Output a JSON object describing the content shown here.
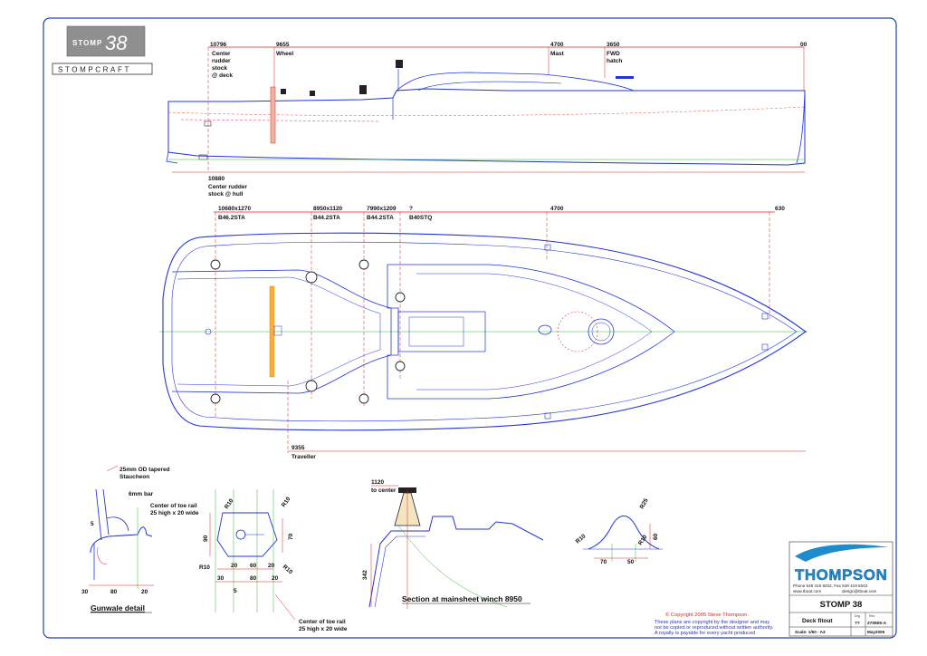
{
  "logo": {
    "badge_left": "STOMP",
    "badge_number": "38",
    "wordmark": "STOMPCRAFT"
  },
  "side_view": {
    "dims": [
      "10796",
      "9655",
      "4700",
      "3650",
      "00"
    ],
    "labels": {
      "rudder_deck": [
        "Center",
        "rudder",
        "stock",
        "@ deck"
      ],
      "wheel": "Wheel",
      "mast": "Mast",
      "fwd_hatch": [
        "FWD",
        "hatch"
      ],
      "rudder_hull_dim": "10880",
      "rudder_hull": [
        "Center rudder",
        "stock @ hull"
      ]
    }
  },
  "plan_view": {
    "dims": [
      "10680x1270",
      "8950x1120",
      "7990x1209",
      "?",
      "4700",
      "630"
    ],
    "winches": [
      "B46.2STA",
      "B44.2STA",
      "B44.2STA",
      "B40STQ"
    ],
    "traveller_dim": "9355",
    "traveller": "Traveller"
  },
  "gunwale_detail": {
    "title": "Gunwale detail",
    "stanchion": [
      "25mm OD tapered",
      "Staucheon"
    ],
    "bar": "6mm bar",
    "toe_rail": [
      "Center of toe rail",
      "25 high x 20 wide"
    ],
    "dims": [
      "5",
      "30",
      "80",
      "20"
    ]
  },
  "toe_rail_section": {
    "radii": [
      "R10",
      "R10",
      "R10",
      "R10"
    ],
    "dims": [
      "90",
      "70",
      "20",
      "60",
      "20",
      "80",
      "20",
      "30",
      "5"
    ],
    "note": [
      "Center of toe rail",
      "25 high x 20 wide"
    ]
  },
  "winch_section": {
    "dim": "1120",
    "to_center": "to center",
    "height": "342",
    "title": "Section at mainsheet winch 8950"
  },
  "profile_detail": {
    "radii": [
      "R25",
      "R10",
      "R10"
    ],
    "dims": [
      "60",
      "70",
      "50"
    ]
  },
  "copyright": [
    "© Copyright 2005 Steve Thompson.",
    "These plans are copyright by the designer and may",
    "not be copied or reproduced without written authority.",
    "A royalty is payable for every yacht produced"
  ],
  "title_block": {
    "brand": "THOMPSON",
    "phone": "Phone 649 419 6032,  Fax 649 419 6042",
    "web": "www.tboat.com",
    "email": "design@tboat.com",
    "project": "STOMP 38",
    "sheet_title": "Deck fitout",
    "dwg_label": "Drg",
    "dwg_value": "??",
    "rev_label": "Rev",
    "rev_value": "270505-A",
    "scale": "Scale: 1/60 - A3",
    "date": "May2005"
  },
  "colors": {
    "hull": "#2233dd",
    "dims": "#dd2222",
    "centerline": "#33bb33",
    "pink": "#e0307a",
    "text": "#111111"
  }
}
